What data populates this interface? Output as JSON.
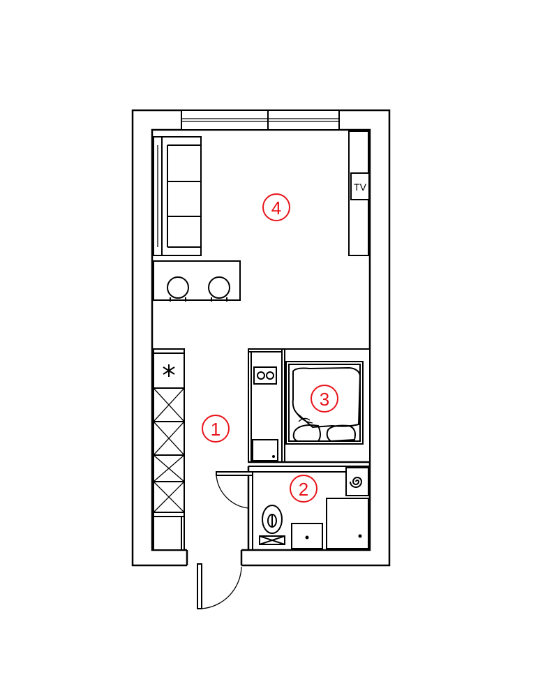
{
  "colors": {
    "line": "#000000",
    "label": "#e8141b",
    "background": "#ffffff"
  },
  "labels": {
    "room_1": "1",
    "room_2": "2",
    "room_3": "3",
    "room_4": "4",
    "tv": "TV"
  },
  "icons": {
    "fridge": "snowflake-icon",
    "washer": "swirl-icon",
    "cooktop": "burner-icon"
  }
}
